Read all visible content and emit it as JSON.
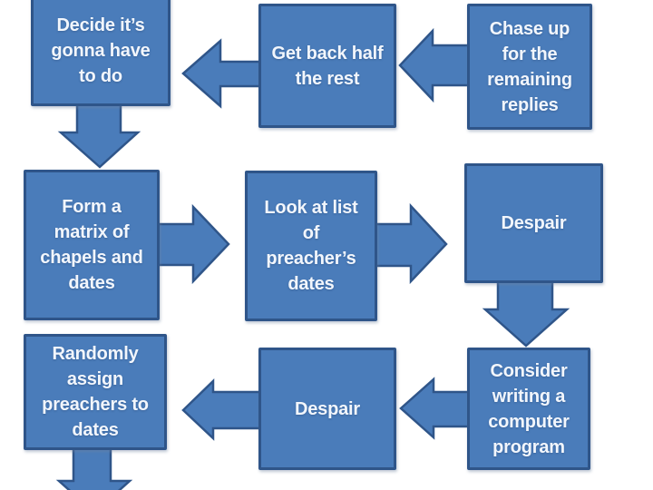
{
  "colors": {
    "shape_fill": "#4a7cba",
    "shape_border": "#2f5589",
    "text": "#f2f6fc",
    "background": "#ffffff"
  },
  "diagram": {
    "type": "flowchart",
    "nodes": [
      {
        "id": "decide",
        "label": "Decide it’s\ngonna have\nto do"
      },
      {
        "id": "get-back-half",
        "label": "Get back half\nthe rest"
      },
      {
        "id": "chase-up",
        "label": "Chase up\nfor the\nremaining\nreplies"
      },
      {
        "id": "form-matrix",
        "label": "Form a\nmatrix of\nchapels and\ndates"
      },
      {
        "id": "look-at-list",
        "label": "Look at list\nof\npreacher’s\ndates"
      },
      {
        "id": "despair-1",
        "label": "Despair"
      },
      {
        "id": "randomly-assign",
        "label": "Randomly\nassign\npreachers to\ndates"
      },
      {
        "id": "despair-2",
        "label": "Despair"
      },
      {
        "id": "consider-program",
        "label": "Consider\nwriting a\ncomputer\nprogram"
      }
    ],
    "edges": [
      {
        "from": "chase-up",
        "to": "get-back-half",
        "direction": "left"
      },
      {
        "from": "get-back-half",
        "to": "decide",
        "direction": "left"
      },
      {
        "from": "decide",
        "to": "form-matrix",
        "direction": "down"
      },
      {
        "from": "form-matrix",
        "to": "look-at-list",
        "direction": "right"
      },
      {
        "from": "look-at-list",
        "to": "despair-1",
        "direction": "right"
      },
      {
        "from": "despair-1",
        "to": "consider-program",
        "direction": "down"
      },
      {
        "from": "consider-program",
        "to": "despair-2",
        "direction": "left"
      },
      {
        "from": "despair-2",
        "to": "randomly-assign",
        "direction": "left"
      },
      {
        "from": "randomly-assign",
        "to": "offscreen-below",
        "direction": "down"
      }
    ]
  }
}
